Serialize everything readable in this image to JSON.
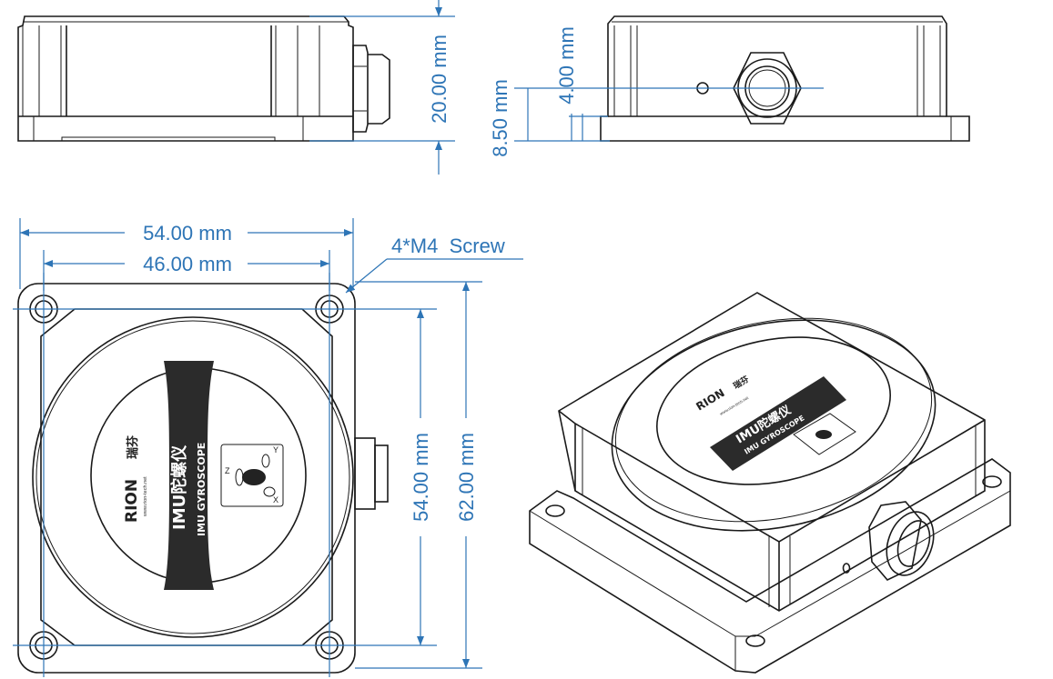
{
  "dimensions": {
    "side_height": "20.00 mm",
    "connector_center_height": "8.50 mm",
    "flange_height": "4.00 mm",
    "overall_width": "54.00 mm",
    "hole_spacing_width": "46.00 mm",
    "hole_spacing_length": "54.00 mm",
    "overall_length": "62.00 mm",
    "screw_note": "4*M4  Screw"
  },
  "label": {
    "brand": "RION",
    "brand_cn": "瑞芬",
    "website": "www.rion-tech.net",
    "title_cn": "IMU陀螺仪",
    "title_en": "IMU GYROSCOPE",
    "axes": [
      "Z",
      "Y",
      "X"
    ]
  },
  "colors": {
    "dimension": "#2e75b6",
    "outline": "#1a1a1a",
    "band": "#2b2b2b"
  }
}
